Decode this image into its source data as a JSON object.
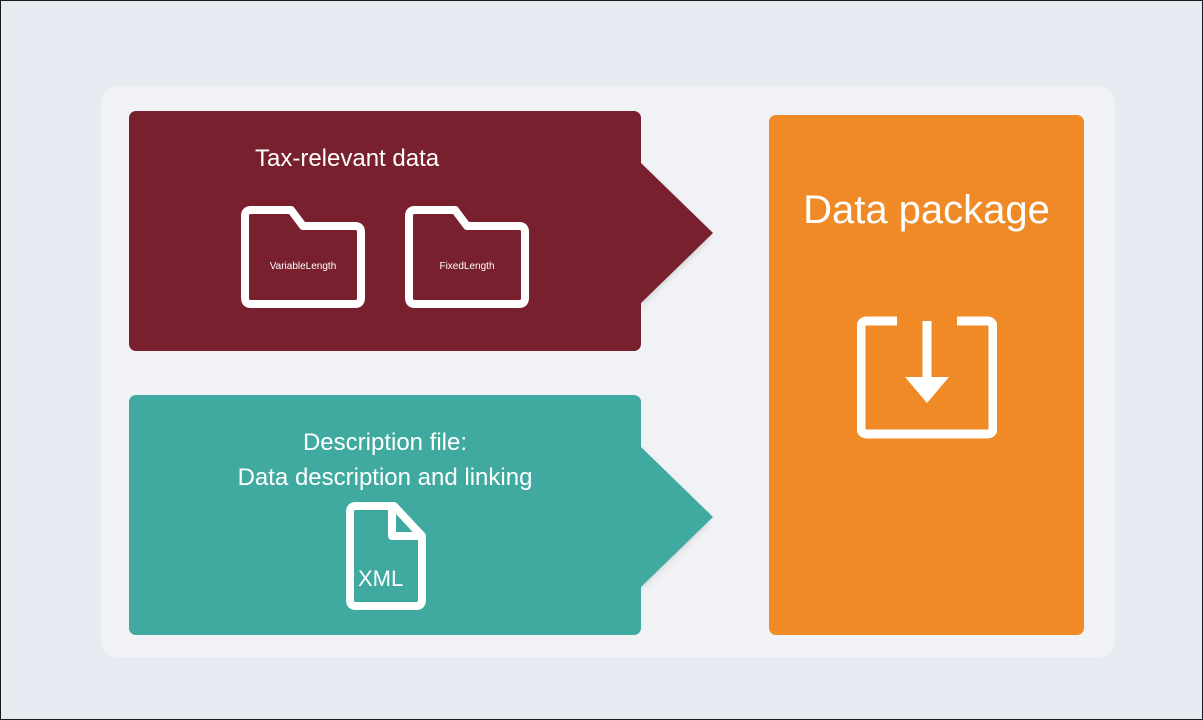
{
  "diagram": {
    "tax_box": {
      "title": "Tax-relevant data",
      "folders": [
        "VariableLength",
        "FixedLength"
      ],
      "color": "#78202e"
    },
    "description_box": {
      "title_line1": "Description file:",
      "title_line2": "Data description and linking",
      "file_label": "XML",
      "color": "#40aaa0"
    },
    "package_box": {
      "title": "Data package",
      "icon": "download-into-box-icon",
      "color": "#ef8a26"
    },
    "icons": [
      "folder-icon",
      "folder-icon",
      "xml-file-icon",
      "download-into-box-icon"
    ]
  }
}
